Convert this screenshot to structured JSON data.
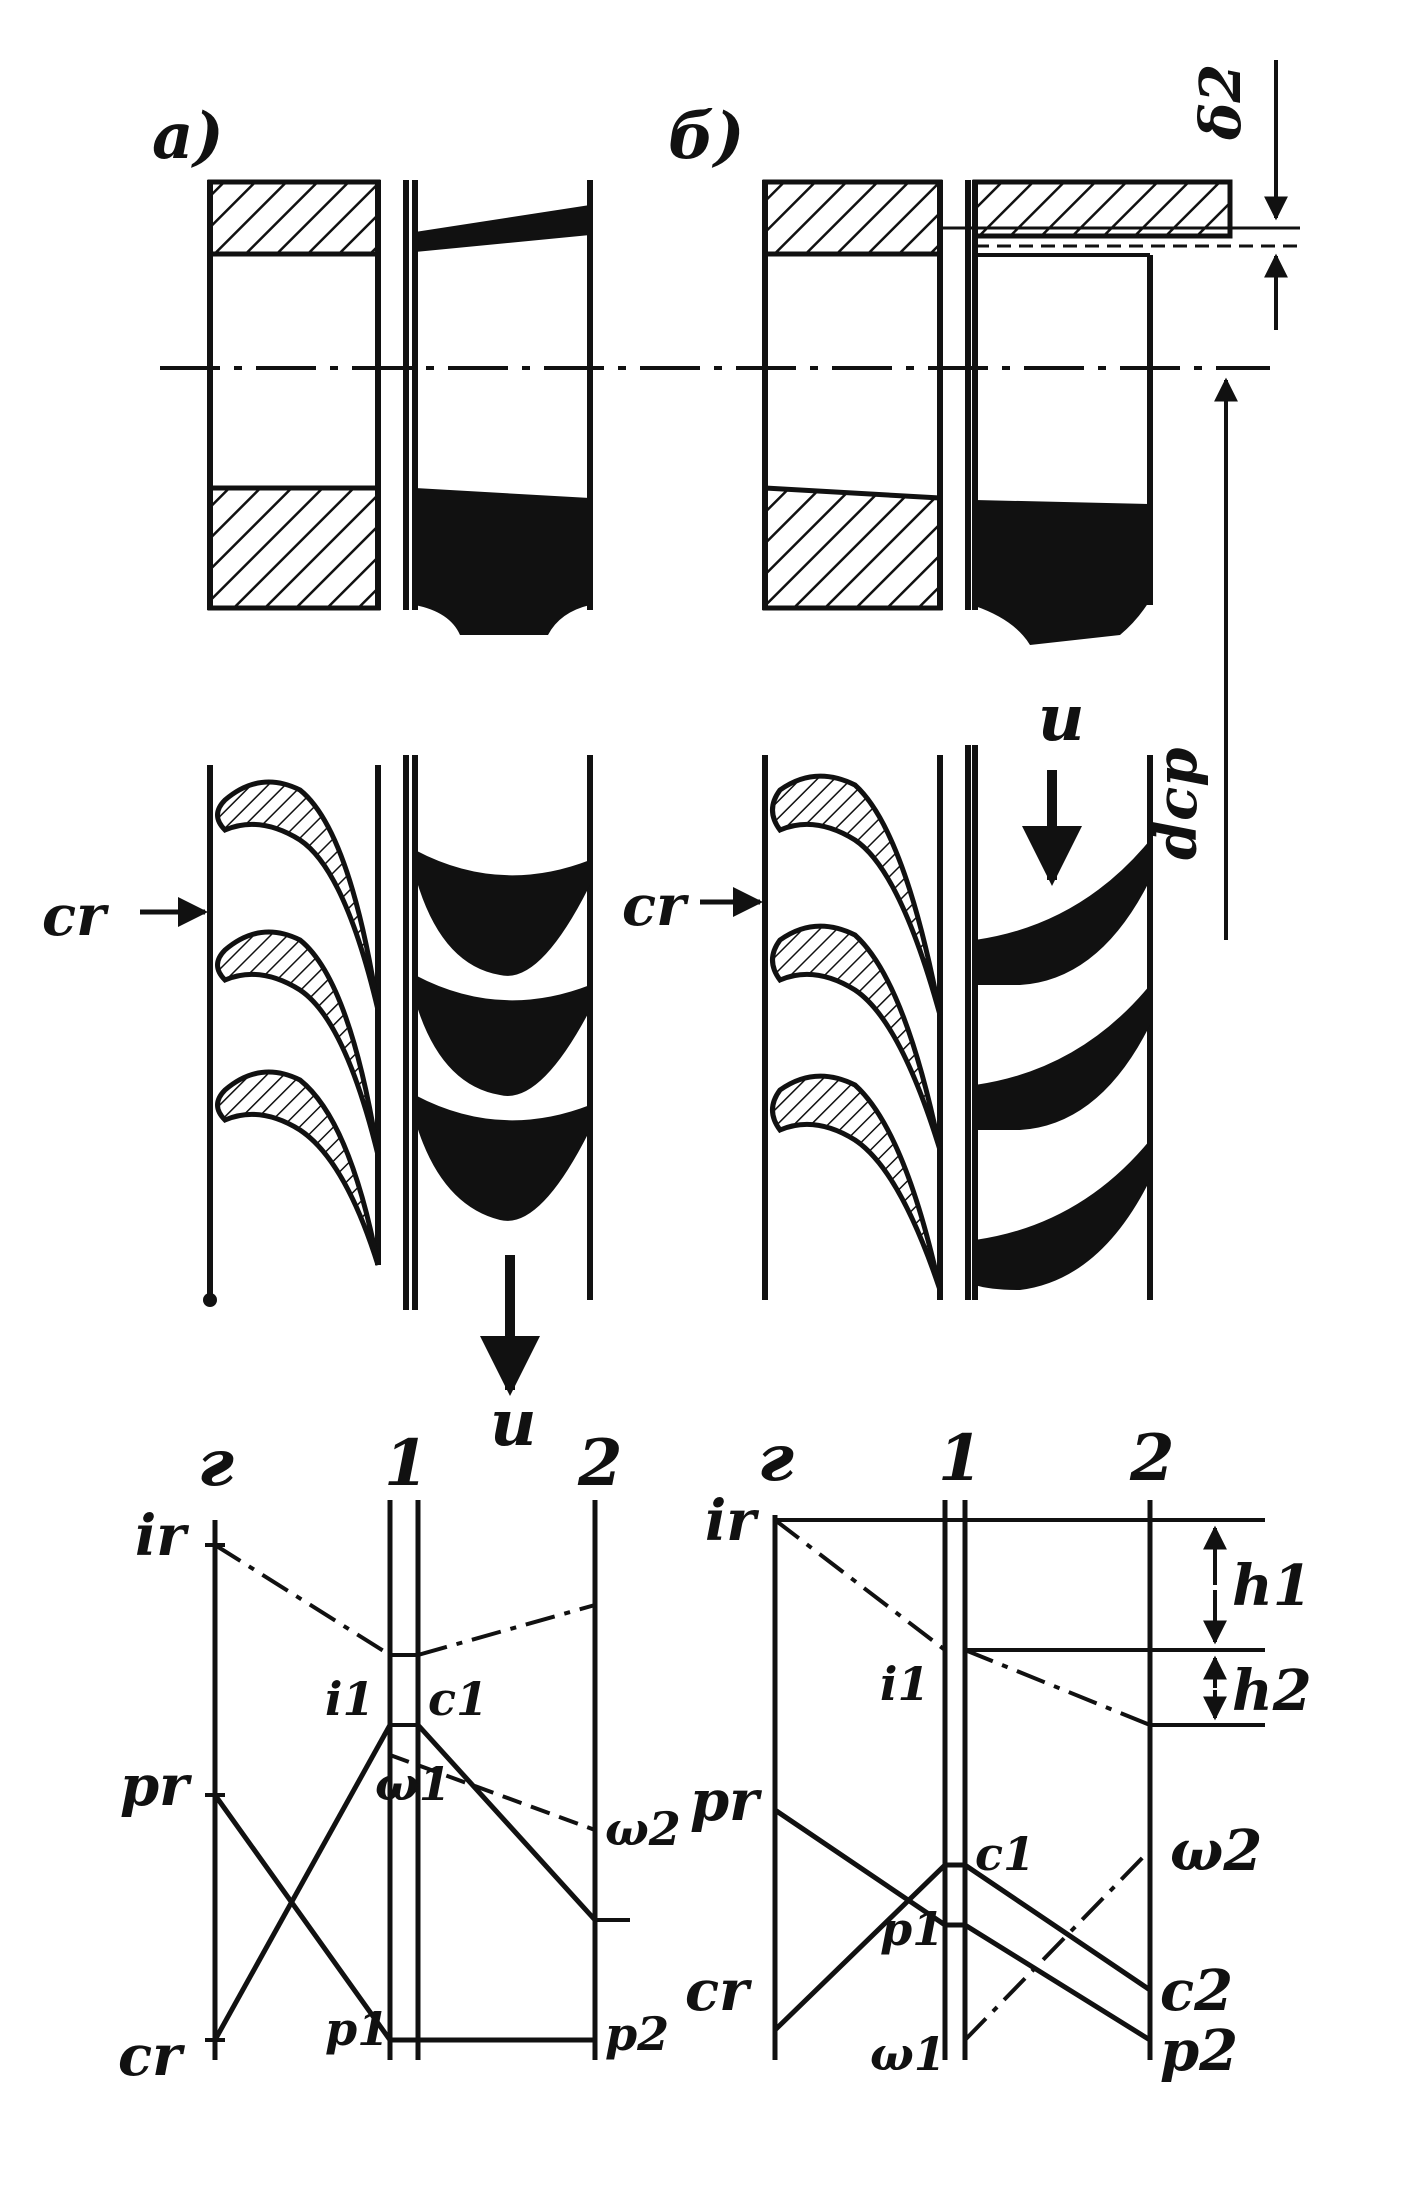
{
  "colors": {
    "ink": "#111111",
    "paper": "#ffffff"
  },
  "panels": {
    "a": {
      "label": "a)"
    },
    "b": {
      "label": "б)"
    }
  },
  "dimensions": {
    "delta2": "δ2",
    "dcp": "dcp"
  },
  "velocity": {
    "cr_left": "cr",
    "cr_right": "cr",
    "u_left": "u",
    "u_right": "u"
  },
  "diagram_a": {
    "sections": [
      "г",
      "1",
      "2"
    ],
    "labels": {
      "ir": "ir",
      "i1": "i1",
      "c1": "c1",
      "w1": "ω1",
      "w2": "ω2",
      "pr": "pr",
      "p1": "p1",
      "p2": "p2",
      "cr": "cr"
    }
  },
  "diagram_b": {
    "sections": [
      "г",
      "1",
      "2"
    ],
    "labels": {
      "ir": "ir",
      "i1": "i1",
      "h1": "h1",
      "h2": "h2",
      "pr": "pr",
      "c1": "c1",
      "c2": "c2",
      "w2": "ω2",
      "p1": "p1",
      "p2": "p2",
      "cr": "cr",
      "w1": "ω1"
    }
  }
}
